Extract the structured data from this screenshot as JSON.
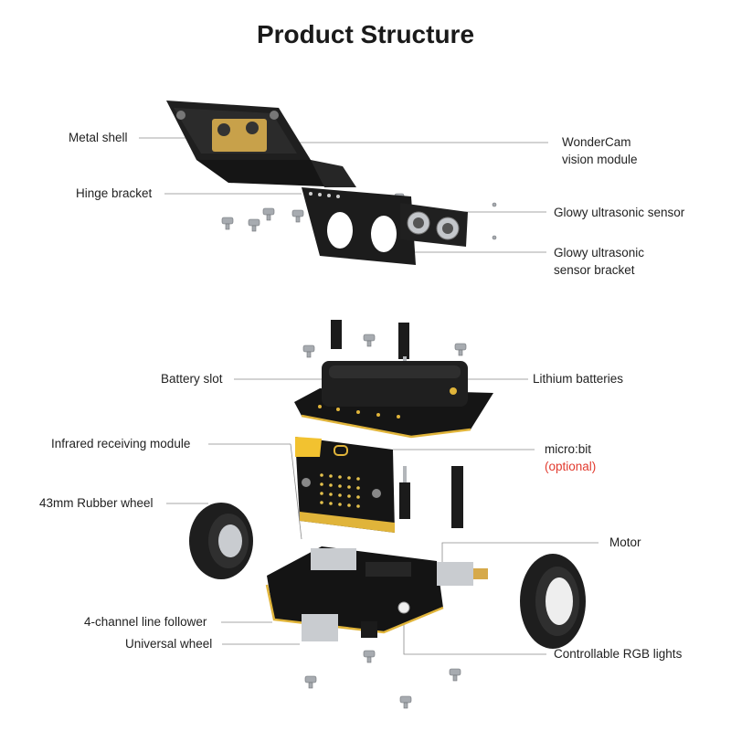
{
  "title": "Product Structure",
  "labels": {
    "metal_shell": "Metal shell",
    "wondercam_line1": "WonderCam",
    "wondercam_line2": "vision module",
    "hinge_bracket": "Hinge bracket",
    "glowy_sensor": "Glowy ultrasonic sensor",
    "glowy_bracket_line1": "Glowy ultrasonic",
    "glowy_bracket_line2": "sensor bracket",
    "battery_slot": "Battery slot",
    "lithium_batteries": "Lithium batteries",
    "infrared_module": "Infrared receiving module",
    "microbit": "micro:bit",
    "optional": "(optional)",
    "rubber_wheel": "43mm Rubber wheel",
    "motor": "Motor",
    "line_follower": "4-channel line follower",
    "universal_wheel": "Universal wheel",
    "rgb_lights": "Controllable RGB lights"
  },
  "colors": {
    "board": "#1c1c1c",
    "gold": "#e0b43a",
    "metal": "#b9bcc0",
    "accent_optional": "#e23a2e",
    "leader_line": "#8a8a8a",
    "microbit_yellow": "#f2c230"
  }
}
